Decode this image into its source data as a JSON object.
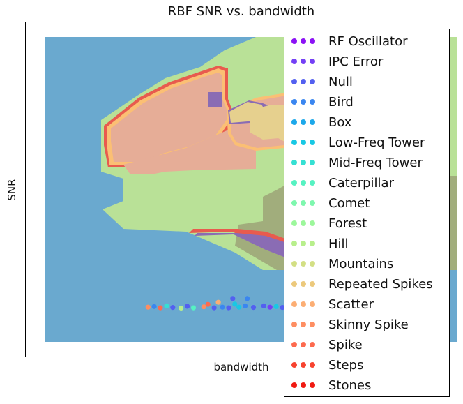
{
  "chart_data": {
    "type": "scatter",
    "title": "RBF SNR vs. bandwidth",
    "xlabel": "bandwidth",
    "ylabel": "SNR",
    "x_ticks_shown": false,
    "y_ticks_shown": false,
    "grid": false,
    "legend_position": "right, overlapping plot",
    "background": "decision-region contour fill (RBF classifier)",
    "region_colors": {
      "base_blue": "#6aa9cf",
      "light_green": "#b9e197",
      "olive": "#a1ad7c",
      "salmon": "#e6ad97",
      "tan": "#e6d08e",
      "purple_band": "#8a6cb4",
      "red_band": "#e85b4e",
      "orange_band": "#fbbf74"
    },
    "classes": [
      {
        "name": "RF Oscillator",
        "color": "#8b12f5"
      },
      {
        "name": "IPC Error",
        "color": "#7440f5"
      },
      {
        "name": "Null",
        "color": "#5360f0"
      },
      {
        "name": "Bird",
        "color": "#3a86f0"
      },
      {
        "name": "Box",
        "color": "#1ca8ea"
      },
      {
        "name": "Low-Freq Tower",
        "color": "#18c8e4"
      },
      {
        "name": "Mid-Freq Tower",
        "color": "#35e0d3"
      },
      {
        "name": "Caterpillar",
        "color": "#56f2c2"
      },
      {
        "name": "Comet",
        "color": "#7ef7ae"
      },
      {
        "name": "Forest",
        "color": "#9cf79b"
      },
      {
        "name": "Hill",
        "color": "#b8ef8c"
      },
      {
        "name": "Mountains",
        "color": "#d3df84"
      },
      {
        "name": "Repeated Spikes",
        "color": "#ecc97c"
      },
      {
        "name": "Scatter",
        "color": "#fcae74"
      },
      {
        "name": "Skinny Spike",
        "color": "#fe8e62"
      },
      {
        "name": "Spike",
        "color": "#fd6a4e"
      },
      {
        "name": "Steps",
        "color": "#f7432f"
      },
      {
        "name": "Stones",
        "color": "#f01a12"
      }
    ],
    "points": [
      {
        "x": 0.25,
        "y": 0.114,
        "c": 14
      },
      {
        "x": 0.265,
        "y": 0.116,
        "c": 3
      },
      {
        "x": 0.28,
        "y": 0.112,
        "c": 15
      },
      {
        "x": 0.295,
        "y": 0.118,
        "c": 6
      },
      {
        "x": 0.31,
        "y": 0.113,
        "c": 2
      },
      {
        "x": 0.33,
        "y": 0.111,
        "c": 10
      },
      {
        "x": 0.345,
        "y": 0.117,
        "c": 2
      },
      {
        "x": 0.36,
        "y": 0.112,
        "c": 7
      },
      {
        "x": 0.385,
        "y": 0.115,
        "c": 14
      },
      {
        "x": 0.395,
        "y": 0.123,
        "c": 15
      },
      {
        "x": 0.41,
        "y": 0.112,
        "c": 2
      },
      {
        "x": 0.42,
        "y": 0.13,
        "c": 13
      },
      {
        "x": 0.43,
        "y": 0.114,
        "c": 3
      },
      {
        "x": 0.445,
        "y": 0.112,
        "c": 2
      },
      {
        "x": 0.455,
        "y": 0.142,
        "c": 2
      },
      {
        "x": 0.46,
        "y": 0.124,
        "c": 5
      },
      {
        "x": 0.47,
        "y": 0.114,
        "c": 5
      },
      {
        "x": 0.485,
        "y": 0.118,
        "c": 3
      },
      {
        "x": 0.49,
        "y": 0.142,
        "c": 3
      },
      {
        "x": 0.505,
        "y": 0.113,
        "c": 2
      },
      {
        "x": 0.53,
        "y": 0.118,
        "c": 2
      },
      {
        "x": 0.545,
        "y": 0.114,
        "c": 1
      },
      {
        "x": 0.56,
        "y": 0.116,
        "c": 5
      },
      {
        "x": 0.575,
        "y": 0.113,
        "c": 2
      },
      {
        "x": 0.59,
        "y": 0.118,
        "c": 14
      },
      {
        "x": 0.605,
        "y": 0.112,
        "c": 7
      },
      {
        "x": 0.62,
        "y": 0.117,
        "c": 2
      },
      {
        "x": 0.645,
        "y": 0.115,
        "c": 1
      },
      {
        "x": 0.66,
        "y": 0.12,
        "c": 5
      },
      {
        "x": 0.672,
        "y": 0.113,
        "c": 2
      },
      {
        "x": 0.685,
        "y": 0.14,
        "c": 2
      },
      {
        "x": 0.69,
        "y": 0.115,
        "c": 8
      },
      {
        "x": 0.71,
        "y": 0.118,
        "c": 2
      },
      {
        "x": 0.72,
        "y": 0.116,
        "c": 10
      },
      {
        "x": 0.73,
        "y": 0.118,
        "c": 3
      },
      {
        "x": 0.74,
        "y": 0.118,
        "c": 8
      },
      {
        "x": 0.65,
        "y": 0.39,
        "c": 3
      }
    ]
  }
}
